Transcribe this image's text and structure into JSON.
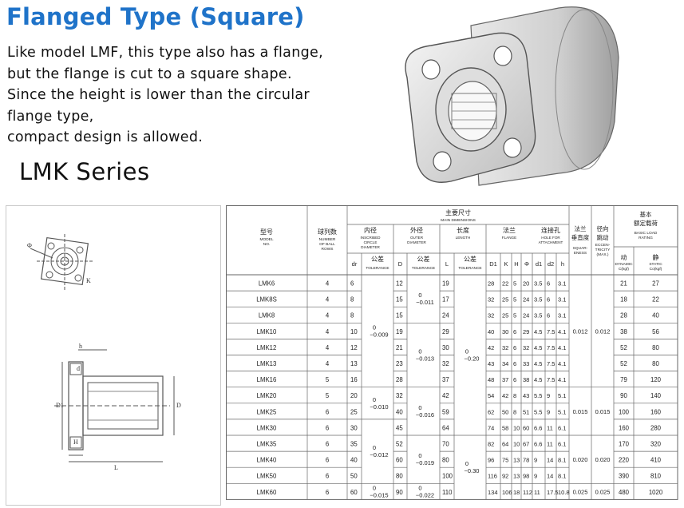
{
  "title": "Flanged Type (Square)",
  "description": [
    "Like model LMF, this type also has a flange,",
    "but the flange is cut to a square shape.",
    "Since the height is lower than the circular",
    "flange type,",
    "compact design is allowed."
  ],
  "series": "LMK Series",
  "table": {
    "group_header": {
      "cn": "主要尺寸",
      "en": "MAIN DIMENSIONS"
    },
    "headers": {
      "model": {
        "cn": "型号",
        "en": [
          "MODEL",
          "NO."
        ]
      },
      "rows": {
        "cn": "球列数",
        "en": [
          "NUMBER",
          "OF BALL",
          "ROWS"
        ]
      },
      "inner": {
        "cn": "内径",
        "en": [
          "INSCRIBED",
          "CIRCLE",
          "DIAMETER"
        ]
      },
      "outer": {
        "cn": "外径",
        "en": [
          "OUTER",
          "DIAMETER"
        ]
      },
      "length": {
        "cn": "长度",
        "en": [
          "LENGTH"
        ]
      },
      "flange": {
        "cn": "法兰",
        "en": [
          "FLANGE"
        ]
      },
      "hole": {
        "cn": "连接孔",
        "en": [
          "HOLE FOR",
          "ATTACHMENT"
        ]
      },
      "square": {
        "cn": [
          "法兰",
          "垂直度"
        ],
        "en": [
          "SQUAR-",
          "ENESS"
        ]
      },
      "ecc": {
        "cn": [
          "径向",
          "跳动"
        ],
        "en": [
          "ECCEN-",
          "TRICITY",
          "(MAX.)"
        ]
      },
      "load": {
        "cn": [
          "基本",
          "额定载荷"
        ],
        "en": [
          "BASIC LOAD",
          "RATING"
        ]
      },
      "sub_dr": "dr",
      "sub_tol": {
        "cn": "公差",
        "en": "TOLERANCE"
      },
      "sub_D": "D",
      "sub_L": "L",
      "sub_flange": [
        "D1",
        "K",
        "H",
        "Φ"
      ],
      "sub_hole": [
        "d1",
        "d2",
        "h"
      ],
      "dynamic": {
        "cn": "动",
        "en": [
          "DYNAMIC",
          "C(kgf)"
        ]
      },
      "static": {
        "cn": "静",
        "en": [
          "STATIC",
          "Co(kgf)"
        ]
      }
    },
    "rows": [
      {
        "model": "LMK6",
        "n": "4",
        "dr": "6",
        "D": "12",
        "L": "19",
        "D1": "28",
        "K": "22",
        "H": "5",
        "phi": "20",
        "d1": "3.5",
        "d2": "6",
        "h": "3.1",
        "C": "21",
        "Co": "27"
      },
      {
        "model": "LMK8S",
        "n": "4",
        "dr": "8",
        "D": "15",
        "L": "17",
        "D1": "32",
        "K": "25",
        "H": "5",
        "phi": "24",
        "d1": "3.5",
        "d2": "6",
        "h": "3.1",
        "C": "18",
        "Co": "22"
      },
      {
        "model": "LMK8",
        "n": "4",
        "dr": "8",
        "D": "15",
        "L": "24",
        "D1": "32",
        "K": "25",
        "H": "5",
        "phi": "24",
        "d1": "3.5",
        "d2": "6",
        "h": "3.1",
        "C": "28",
        "Co": "40"
      },
      {
        "model": "LMK10",
        "n": "4",
        "dr": "10",
        "D": "19",
        "L": "29",
        "D1": "40",
        "K": "30",
        "H": "6",
        "phi": "29",
        "d1": "4.5",
        "d2": "7.5",
        "h": "4.1",
        "C": "38",
        "Co": "56"
      },
      {
        "model": "LMK12",
        "n": "4",
        "dr": "12",
        "D": "21",
        "L": "30",
        "D1": "42",
        "K": "32",
        "H": "6",
        "phi": "32",
        "d1": "4.5",
        "d2": "7.5",
        "h": "4.1",
        "C": "52",
        "Co": "80"
      },
      {
        "model": "LMK13",
        "n": "4",
        "dr": "13",
        "D": "23",
        "L": "32",
        "D1": "43",
        "K": "34",
        "H": "6",
        "phi": "33",
        "d1": "4.5",
        "d2": "7.5",
        "h": "4.1",
        "C": "52",
        "Co": "80"
      },
      {
        "model": "LMK16",
        "n": "5",
        "dr": "16",
        "D": "28",
        "L": "37",
        "D1": "48",
        "K": "37",
        "H": "6",
        "phi": "38",
        "d1": "4.5",
        "d2": "7.5",
        "h": "4.1",
        "C": "79",
        "Co": "120"
      },
      {
        "model": "LMK20",
        "n": "5",
        "dr": "20",
        "D": "32",
        "L": "42",
        "D1": "54",
        "K": "42",
        "H": "8",
        "phi": "43",
        "d1": "5.5",
        "d2": "9",
        "h": "5.1",
        "C": "90",
        "Co": "140"
      },
      {
        "model": "LMK25",
        "n": "6",
        "dr": "25",
        "D": "40",
        "L": "59",
        "D1": "62",
        "K": "50",
        "H": "8",
        "phi": "51",
        "d1": "5.5",
        "d2": "9",
        "h": "5.1",
        "C": "100",
        "Co": "160"
      },
      {
        "model": "LMK30",
        "n": "6",
        "dr": "30",
        "D": "45",
        "L": "64",
        "D1": "74",
        "K": "58",
        "H": "10",
        "phi": "60",
        "d1": "6.6",
        "d2": "11",
        "h": "6.1",
        "C": "160",
        "Co": "280"
      },
      {
        "model": "LMK35",
        "n": "6",
        "dr": "35",
        "D": "52",
        "L": "70",
        "D1": "82",
        "K": "64",
        "H": "10",
        "phi": "67",
        "d1": "6.6",
        "d2": "11",
        "h": "6.1",
        "C": "170",
        "Co": "320"
      },
      {
        "model": "LMK40",
        "n": "6",
        "dr": "40",
        "D": "60",
        "L": "80",
        "D1": "96",
        "K": "75",
        "H": "13",
        "phi": "78",
        "d1": "9",
        "d2": "14",
        "h": "8.1",
        "C": "220",
        "Co": "410"
      },
      {
        "model": "LMK50",
        "n": "6",
        "dr": "50",
        "D": "80",
        "L": "100",
        "D1": "116",
        "K": "92",
        "H": "13",
        "phi": "98",
        "d1": "9",
        "d2": "14",
        "h": "8.1",
        "C": "390",
        "Co": "810"
      },
      {
        "model": "LMK60",
        "n": "6",
        "dr": "60",
        "D": "90",
        "L": "110",
        "D1": "134",
        "K": "106",
        "H": "18",
        "phi": "112",
        "d1": "11",
        "d2": "17.5",
        "h": "10.8",
        "C": "480",
        "Co": "1020"
      }
    ],
    "merged": [
      {
        "col": "dr_tol",
        "start": 0,
        "end": 6,
        "top": "0",
        "bottom": "−0.009"
      },
      {
        "col": "dr_tol",
        "start": 7,
        "end": 8,
        "top": "0",
        "bottom": "−0.010"
      },
      {
        "col": "dr_tol",
        "start": 9,
        "end": 12,
        "top": "0",
        "bottom": "−0.012"
      },
      {
        "col": "dr_tol",
        "start": 13,
        "end": 13,
        "top": "0",
        "bottom": "−0.015"
      },
      {
        "col": "D_tol",
        "start": 0,
        "end": 2,
        "top": "0",
        "bottom": "−0.011"
      },
      {
        "col": "D_tol",
        "start": 3,
        "end": 6,
        "top": "0",
        "bottom": "−0.013"
      },
      {
        "col": "D_tol",
        "start": 7,
        "end": 9,
        "top": "0",
        "bottom": "−0.016"
      },
      {
        "col": "D_tol",
        "start": 10,
        "end": 12,
        "top": "0",
        "bottom": "−0.019"
      },
      {
        "col": "D_tol",
        "start": 13,
        "end": 13,
        "top": "0",
        "bottom": "−0.022"
      },
      {
        "col": "L_tol",
        "start": 0,
        "end": 9,
        "top": "0",
        "bottom": "−0.20"
      },
      {
        "col": "L_tol",
        "start": 10,
        "end": 13,
        "top": "0",
        "bottom": "−0.30"
      },
      {
        "col": "sq",
        "start": 0,
        "end": 6,
        "top": "0.012"
      },
      {
        "col": "sq",
        "start": 7,
        "end": 9,
        "top": "0.015"
      },
      {
        "col": "sq",
        "start": 10,
        "end": 12,
        "top": "0.020"
      },
      {
        "col": "sq",
        "start": 13,
        "end": 13,
        "top": "0.025"
      },
      {
        "col": "ecc",
        "start": 0,
        "end": 6,
        "top": "0.012"
      },
      {
        "col": "ecc",
        "start": 7,
        "end": 9,
        "top": "0.015"
      },
      {
        "col": "ecc",
        "start": 10,
        "end": 12,
        "top": "0.020"
      },
      {
        "col": "ecc",
        "start": 13,
        "end": 13,
        "top": "0.025"
      }
    ]
  },
  "drawing_labels": {
    "phi": "Φ",
    "h": "h",
    "H": "H",
    "D": "D",
    "D1": "D1",
    "L": "L",
    "d": "d",
    "K": "K"
  },
  "colors": {
    "title": "#1f73c9",
    "table_line": "#666666",
    "drawing_line": "#555555"
  }
}
